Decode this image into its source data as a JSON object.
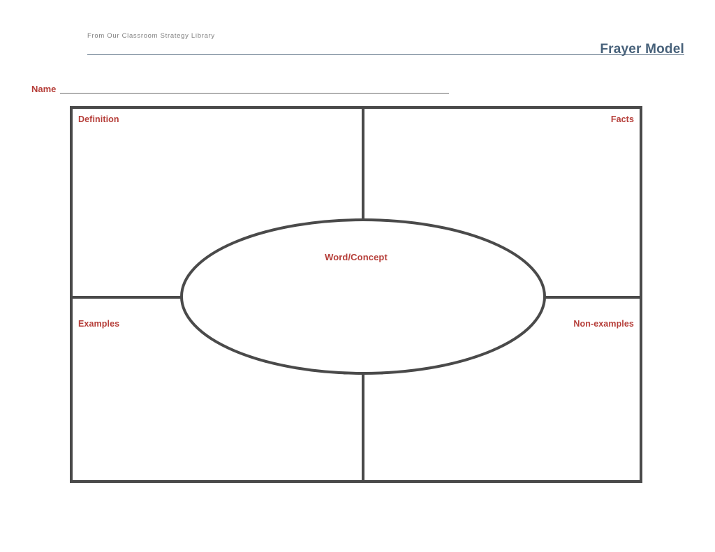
{
  "header": {
    "source_line": "From Our Classroom Strategy Library",
    "title": "Frayer Model",
    "title_color": "#47617a",
    "rule_color": "#5d7186"
  },
  "name_field": {
    "label": "Name",
    "value": "",
    "placeholder": ""
  },
  "diagram": {
    "type": "frayer-model",
    "center_label": "Word/Concept",
    "quadrants": [
      {
        "key": "definition",
        "label": "Definition",
        "position": "top-left",
        "align": "left",
        "content": ""
      },
      {
        "key": "facts",
        "label": "Facts",
        "position": "top-right",
        "align": "right",
        "content": ""
      },
      {
        "key": "examples",
        "label": "Examples",
        "position": "bottom-left",
        "align": "left",
        "content": ""
      },
      {
        "key": "non_examples",
        "label": "Non-examples",
        "position": "bottom-right",
        "align": "right",
        "content": ""
      }
    ],
    "colors": {
      "label_red": "#b63f3a",
      "stroke_gray": "#4a4a4a",
      "background": "#ffffff"
    }
  }
}
